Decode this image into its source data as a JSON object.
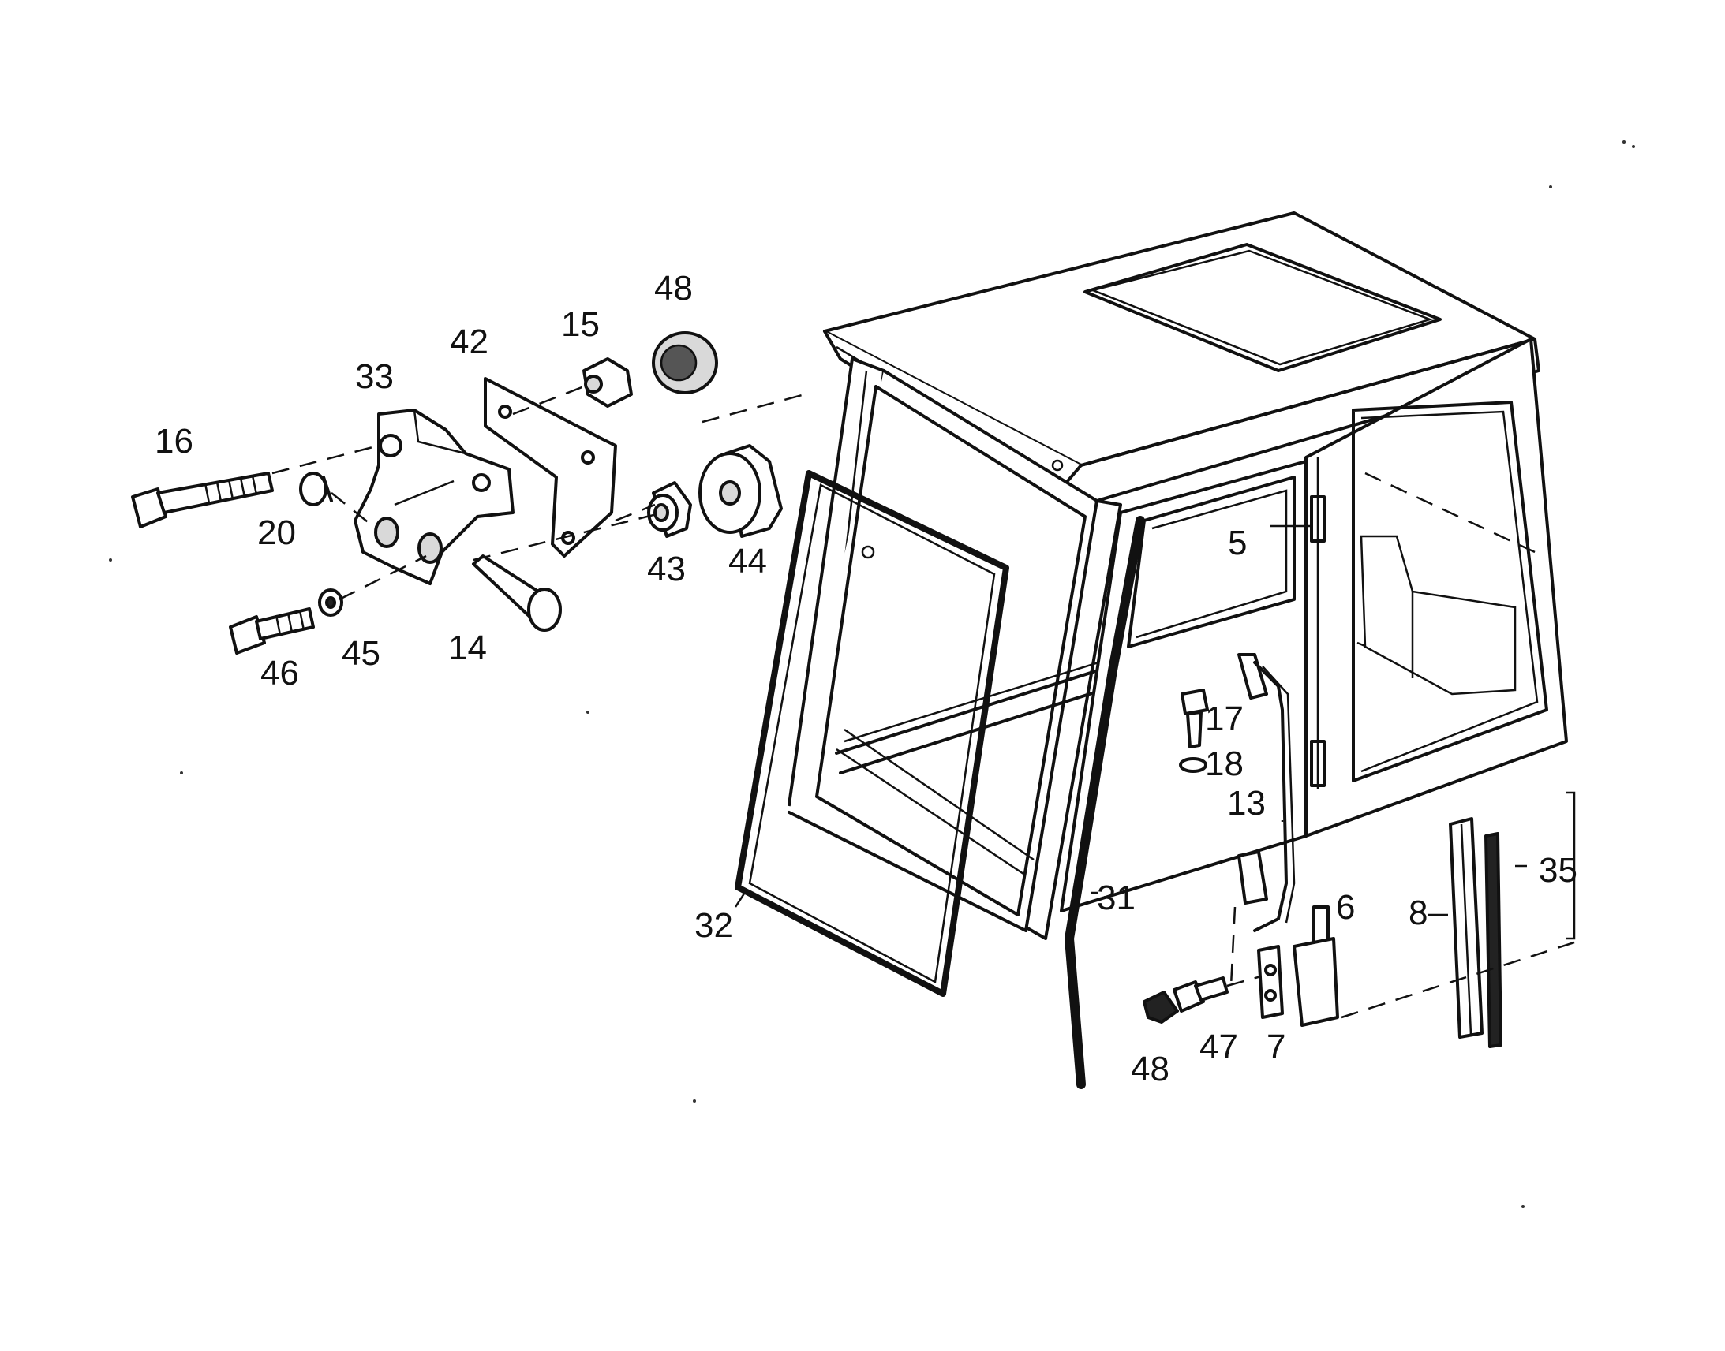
{
  "diagram": {
    "callouts": {
      "c16": "16",
      "c20": "20",
      "c33": "33",
      "c42": "42",
      "c15": "15",
      "c48a": "48",
      "c43": "43",
      "c44": "44",
      "c46": "46",
      "c45": "45",
      "c14": "14",
      "c5": "5",
      "c17": "17",
      "c18": "18",
      "c13": "13",
      "c31": "31",
      "c32": "32",
      "c6": "6",
      "c7": "7",
      "c47": "47",
      "c48b": "48",
      "c8": "8",
      "c35": "35"
    }
  }
}
